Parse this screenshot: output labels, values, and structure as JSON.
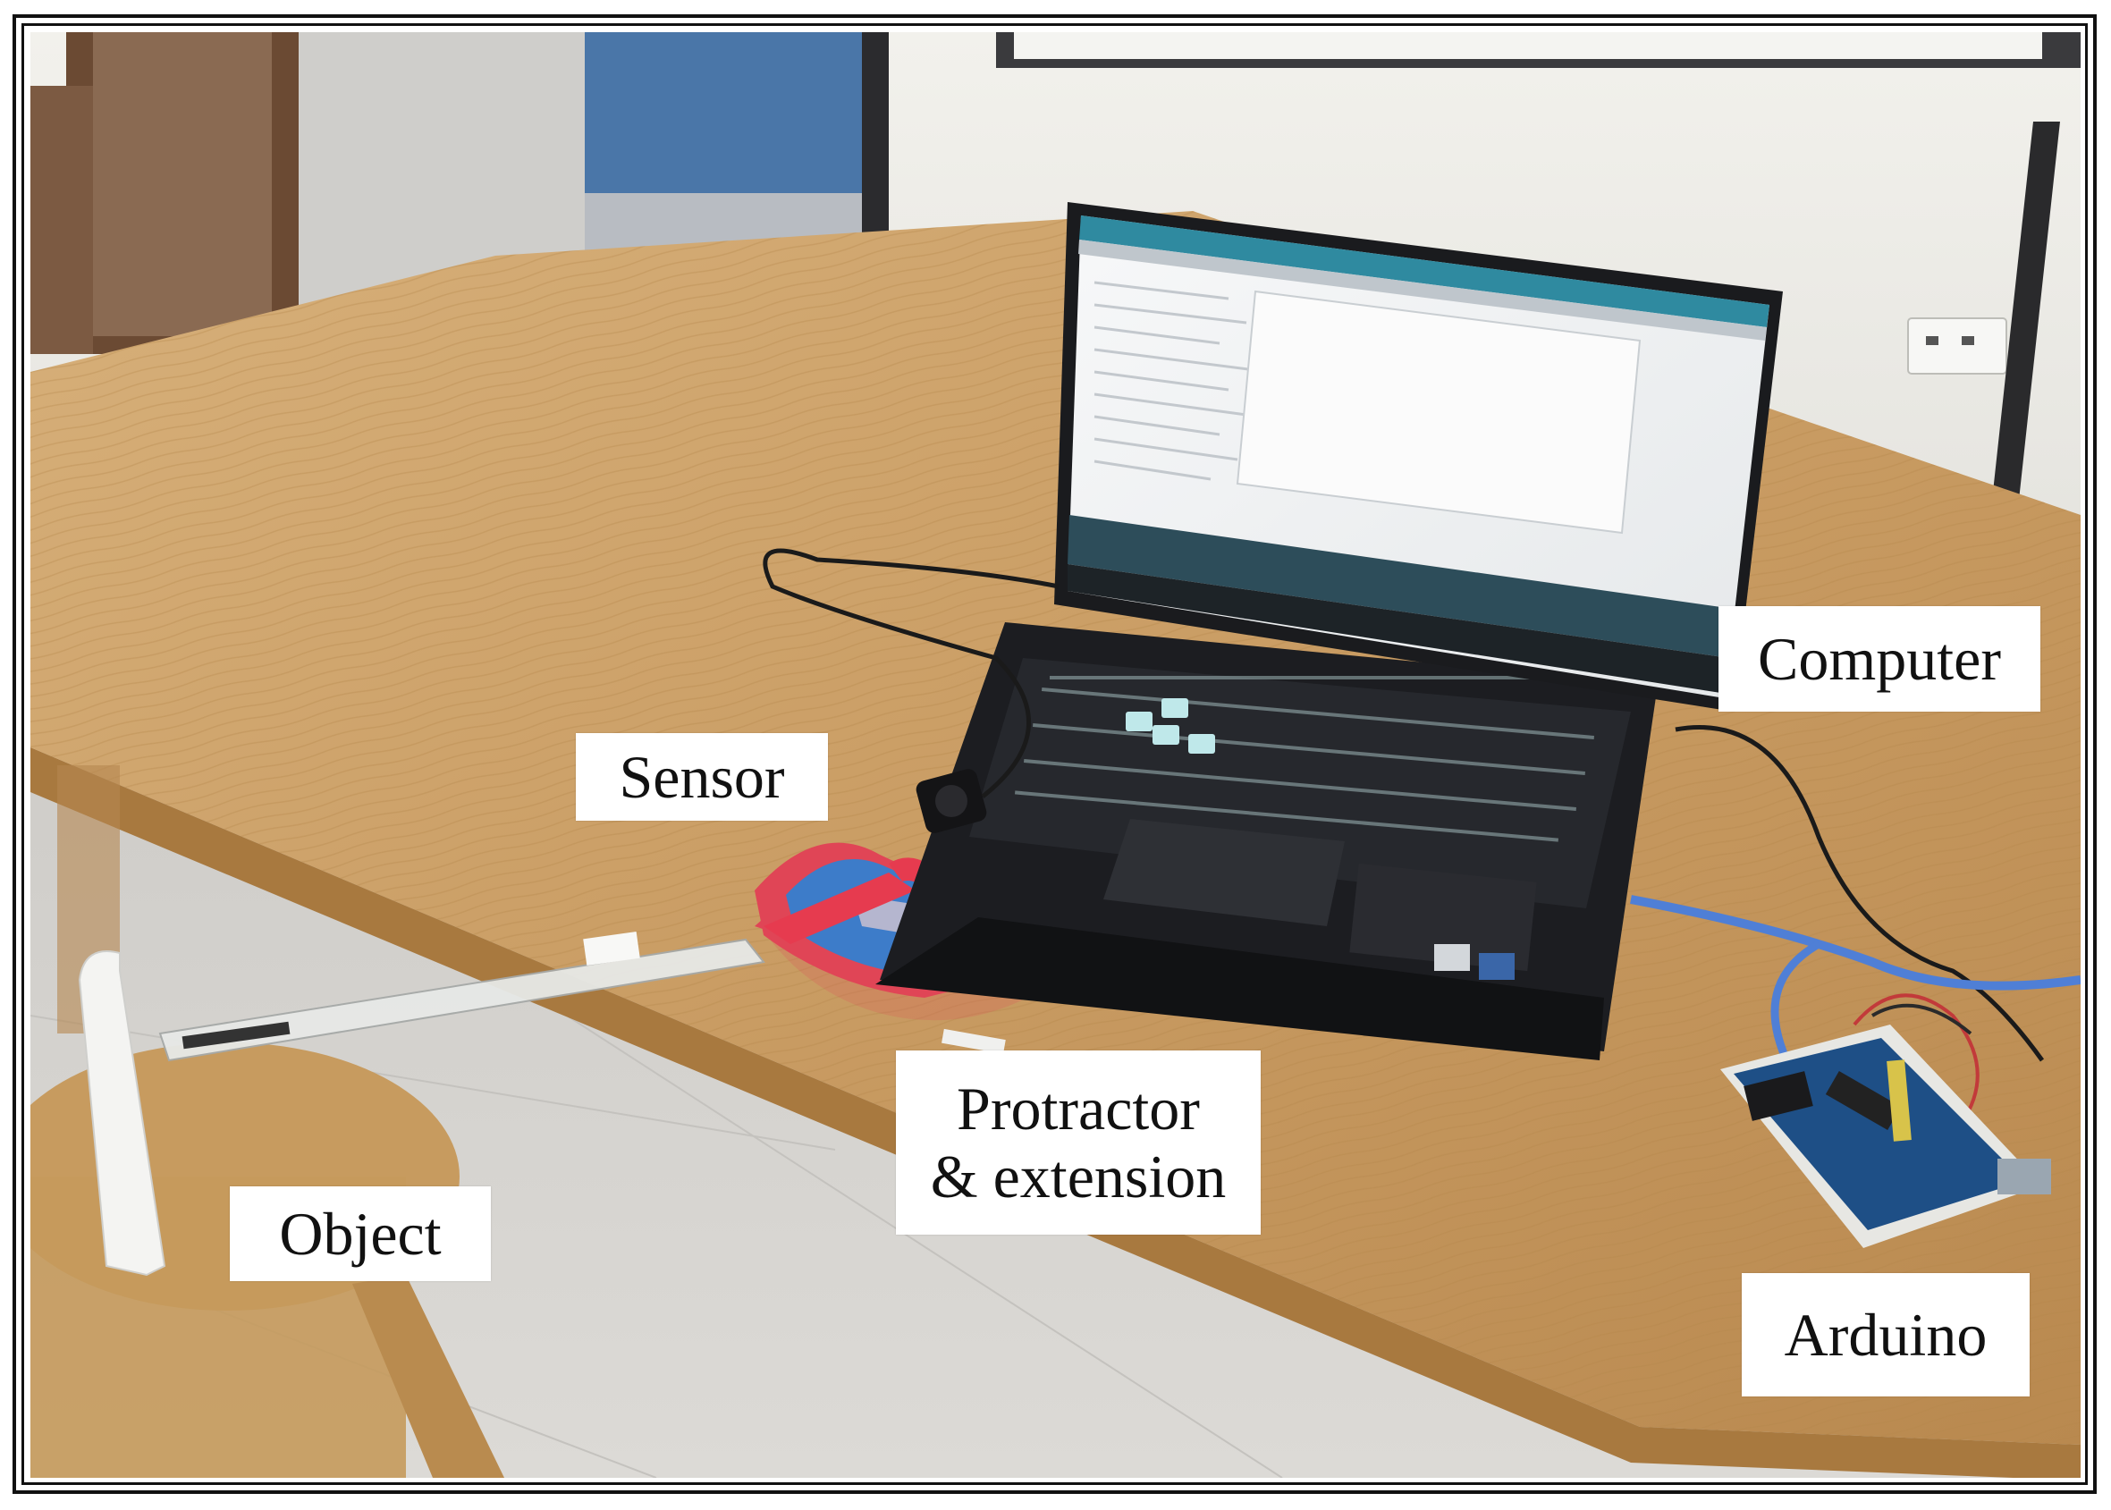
{
  "labels": {
    "computer": "Computer",
    "sensor": "Sensor",
    "protractor_line1": "Protractor",
    "protractor_line2": "& extension",
    "object": "Object",
    "arduino": "Arduino"
  },
  "colors": {
    "table": "#c9a06a",
    "wall": "#ecebe6",
    "floor": "#d8d6d2",
    "door_blue": "#4a76a8",
    "laptop": "#1c1d21",
    "screen": "#f1f3f4",
    "screen_bar": "#2f8aa0",
    "protractor_red": "#e04556",
    "protractor_blue": "#3d7cc9",
    "cable_blue": "#4f7fd6",
    "arduino_board": "#1e4f86",
    "keyboard_glow": "#bfe8ea"
  }
}
